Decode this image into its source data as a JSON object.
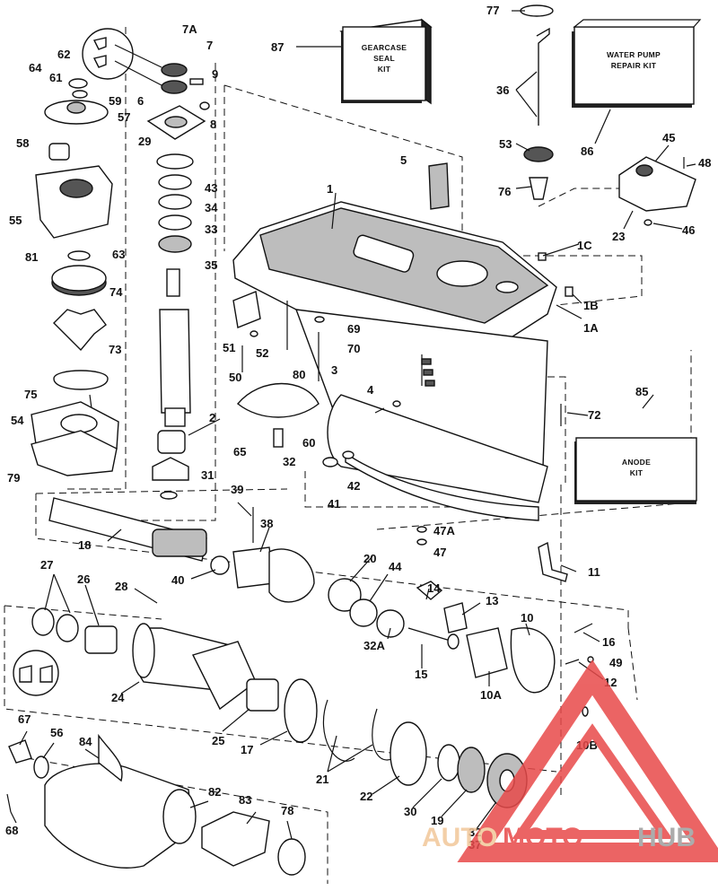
{
  "kits": {
    "gearcase_seal_kit": [
      "GEARCASE",
      "SEAL",
      "KIT"
    ],
    "water_pump_repair_kit": [
      "WATER PUMP",
      "REPAIR KIT"
    ],
    "anode_kit": [
      "ANODE",
      "KIT"
    ]
  },
  "labels": {
    "l1": "1",
    "l1A": "1A",
    "l1B": "1B",
    "l1C": "1C",
    "l2": "2",
    "l3": "3",
    "l4": "4",
    "l5": "5",
    "l6": "6",
    "l7": "7",
    "l7A": "7A",
    "l8": "8",
    "l9": "9",
    "l10": "10",
    "l10A": "10A",
    "l10B": "10B",
    "l11": "11",
    "l12": "12",
    "l13": "13",
    "l14": "14",
    "l15": "15",
    "l16": "16",
    "l17": "17",
    "l18": "18",
    "l19": "19",
    "l20": "20",
    "l21": "21",
    "l22": "22",
    "l23": "23",
    "l24": "24",
    "l25": "25",
    "l26": "26",
    "l27": "27",
    "l28": "28",
    "l29": "29",
    "l30": "30",
    "l31": "31",
    "l32a": "32",
    "l32b": "32",
    "l32A": "32A",
    "l33": "33",
    "l34": "34",
    "l35": "35",
    "l36": "36",
    "l37": "37",
    "l38": "38",
    "l39": "39",
    "l40": "40",
    "l41": "41",
    "l42": "42",
    "l43": "43",
    "l44": "44",
    "l45": "45",
    "l46": "46",
    "l47": "47",
    "l47A": "47A",
    "l48": "48",
    "l49": "49",
    "l50": "50",
    "l51": "51",
    "l52": "52",
    "l53": "53",
    "l54": "54",
    "l55": "55",
    "l56": "56",
    "l57": "57",
    "l58": "58",
    "l59": "59",
    "l60": "60",
    "l61": "61",
    "l62": "62",
    "l63": "63",
    "l64": "64",
    "l65": "65",
    "l67": "67",
    "l68": "68",
    "l69": "69",
    "l70": "70",
    "l72": "72",
    "l73": "73",
    "l74": "74",
    "l75": "75",
    "l76": "76",
    "l77": "77",
    "l78": "78",
    "l79": "79",
    "l80": "80",
    "l81": "81",
    "l82": "82",
    "l83": "83",
    "l84": "84",
    "l85": "85",
    "l86": "86",
    "l87": "87"
  },
  "watermark": {
    "part1": "AUTO",
    "part2": "MOTO",
    "part3": "HUB",
    "color_light": "#f2c79a",
    "color_red": "#e84a4a",
    "color_gray": "#9e9e9e"
  }
}
